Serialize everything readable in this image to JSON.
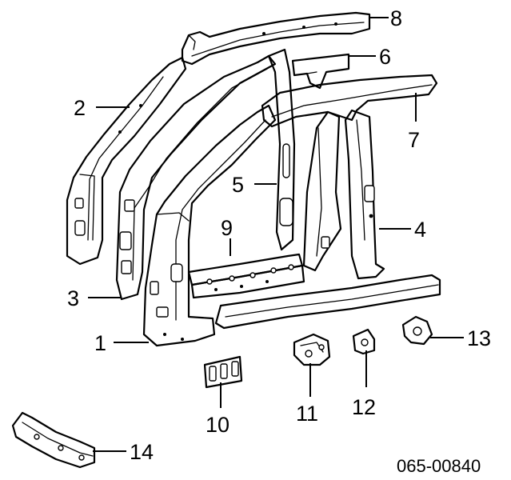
{
  "diagram": {
    "callouts": [
      {
        "id": "1",
        "label": "1"
      },
      {
        "id": "2",
        "label": "2"
      },
      {
        "id": "3",
        "label": "3"
      },
      {
        "id": "4",
        "label": "4"
      },
      {
        "id": "5",
        "label": "5"
      },
      {
        "id": "6",
        "label": "6"
      },
      {
        "id": "7",
        "label": "7"
      },
      {
        "id": "8",
        "label": "8"
      },
      {
        "id": "9",
        "label": "9"
      },
      {
        "id": "10",
        "label": "10"
      },
      {
        "id": "11",
        "label": "11"
      },
      {
        "id": "12",
        "label": "12"
      },
      {
        "id": "13",
        "label": "13"
      },
      {
        "id": "14",
        "label": "14"
      }
    ],
    "figure_code": "065-00840"
  }
}
